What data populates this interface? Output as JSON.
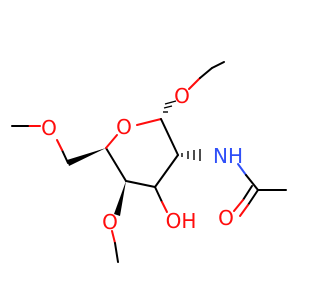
{
  "molecule": {
    "atoms": {
      "ring_oxygen": {
        "element": "O",
        "label": "O",
        "color": "#ff0d0d"
      },
      "anomeric_methoxy_o": {
        "element": "O",
        "label": "O",
        "color": "#ff0d0d"
      },
      "nh": {
        "element": "N",
        "label": "NH",
        "color": "#3050f8"
      },
      "carbonyl_o": {
        "element": "O",
        "label": "O",
        "color": "#ff0d0d"
      },
      "hydroxyl": {
        "element": "O",
        "label": "OH",
        "color": "#ff0d0d"
      },
      "c4_methoxy_o": {
        "element": "O",
        "label": "O",
        "color": "#ff0d0d"
      },
      "c6_methoxy_o": {
        "element": "O",
        "label": "O",
        "color": "#ff0d0d"
      }
    },
    "colors": {
      "carbon_bond": "#000000",
      "oxygen": "#ff0d0d",
      "nitrogen": "#3050f8",
      "background": "#ffffff"
    }
  }
}
